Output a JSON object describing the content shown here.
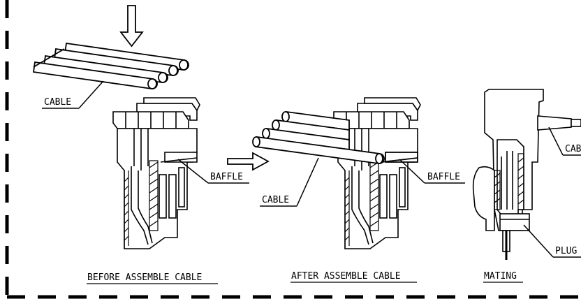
{
  "labels": {
    "cable_top": "CABLE",
    "baffle_1": "BAFFLE",
    "cable_mid": "CABLE",
    "baffle_2": "BAFFLE",
    "cable_right": "CAB",
    "plug": "PLUG"
  },
  "captions": {
    "before": "BEFORE ASSEMBLE CABLE",
    "after": "AFTER ASSEMBLE CABLE",
    "mating": "MATING"
  },
  "colors": {
    "ink": "#000000",
    "paper": "#ffffff"
  }
}
